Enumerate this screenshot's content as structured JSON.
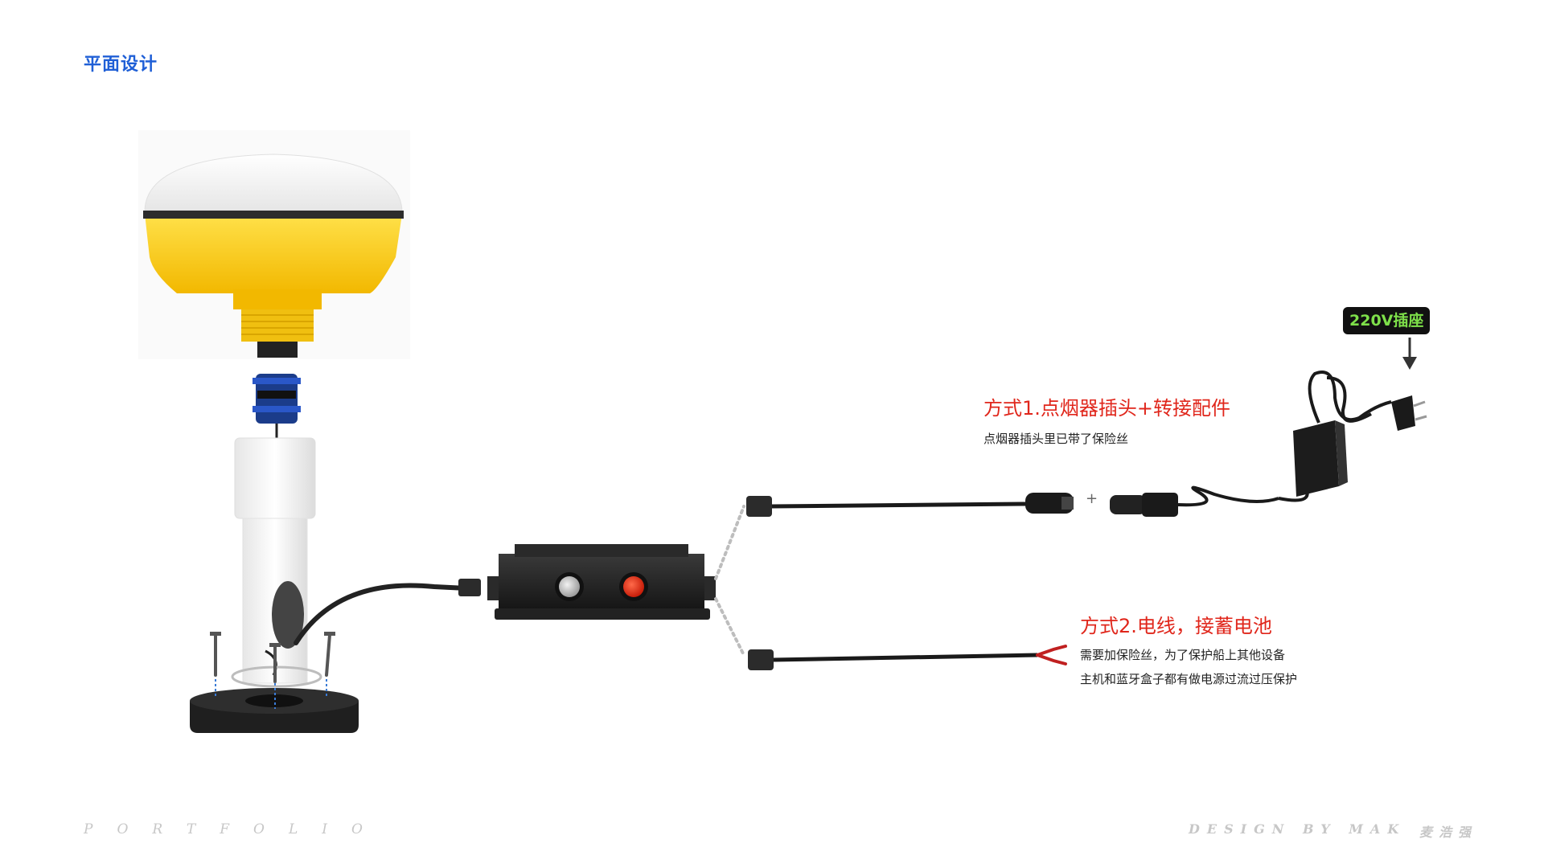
{
  "header": {
    "title": "平面设计"
  },
  "method1": {
    "title": "方式1.点烟器插头+转接配件",
    "note": "点烟器插头里已带了保险丝"
  },
  "method2": {
    "title": "方式2.电线，接蓄电池",
    "note_lines": [
      "需要加保险丝，为了保护船上其他设备",
      "主机和蓝牙盒子都有做电源过流过压保护"
    ]
  },
  "socket": {
    "label": "220V插座"
  },
  "connector": {
    "plus": "+"
  },
  "footer": {
    "left": "PORTFOLIO",
    "right": "DESIGN BY MAK",
    "signature": "麦浩强"
  },
  "colors": {
    "accent_blue": "#1f5fd6",
    "accent_red": "#e0261b",
    "badge_green": "#7ee04a"
  },
  "icons": [
    "gps-antenna-icon",
    "control-box-icon",
    "power-adapter-icon",
    "car-lighter-plug-icon",
    "down-arrow-icon"
  ]
}
